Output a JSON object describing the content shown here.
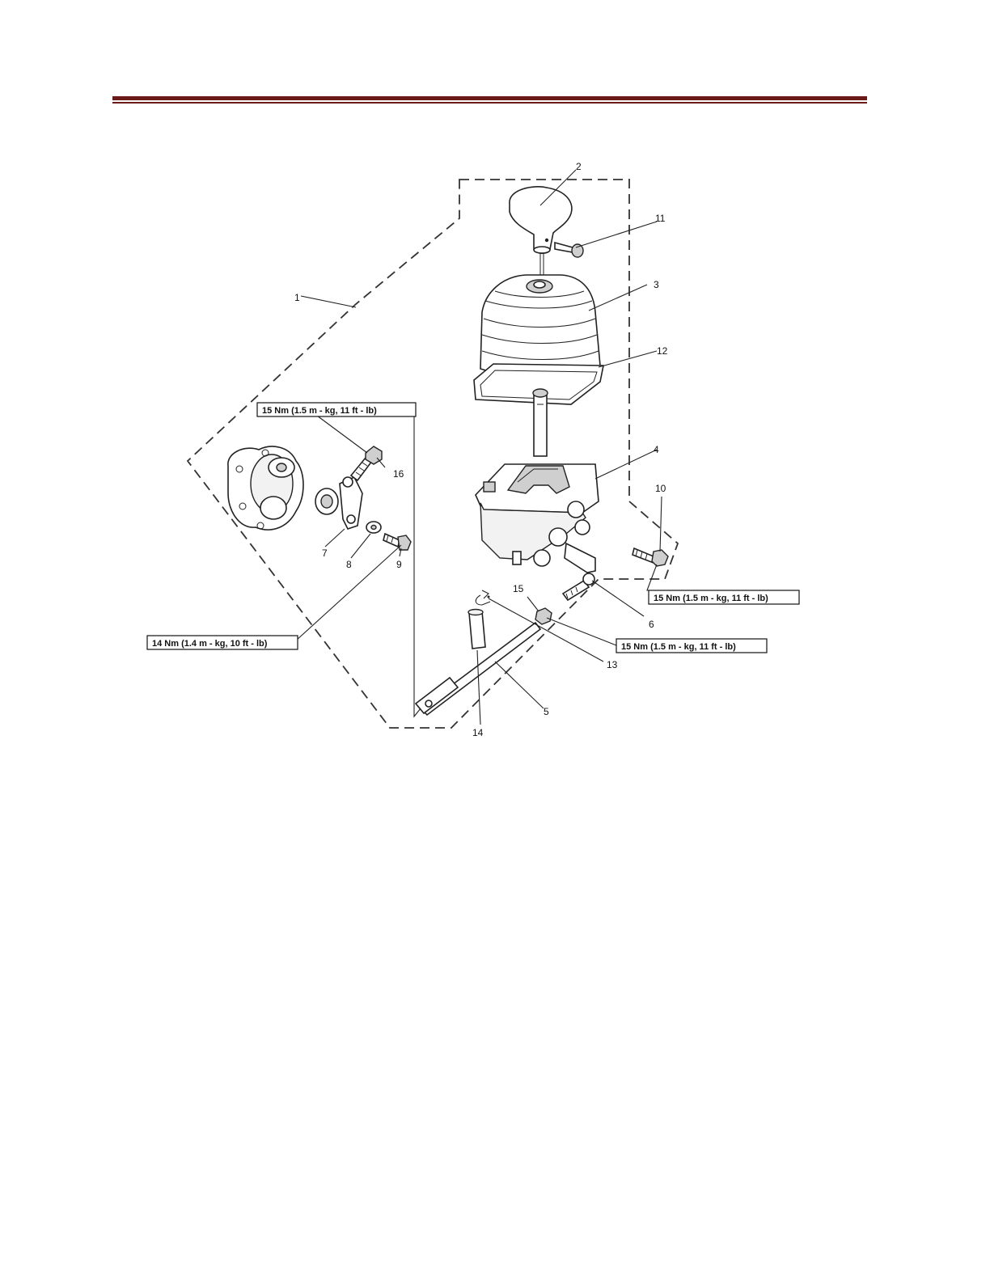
{
  "header": {
    "rule_color": "#6b1a1a"
  },
  "diagram": {
    "callouts": {
      "c1": "1",
      "c2": "2",
      "c3": "3",
      "c4": "4",
      "c5": "5",
      "c6": "6",
      "c7": "7",
      "c8": "8",
      "c9": "9",
      "c10": "10",
      "c11": "11",
      "c12": "12",
      "c13": "13",
      "c14": "14",
      "c15": "15",
      "c16": "16"
    },
    "torque_labels": {
      "t16": "15 Nm (1.5 m - kg, 11 ft - lb)",
      "t9": "14 Nm (1.4 m - kg, 10 ft - lb)",
      "t10": "15 Nm (1.5 m - kg, 11 ft - lb)",
      "t15": "15 Nm (1.5 m - kg, 11 ft - lb)"
    }
  }
}
